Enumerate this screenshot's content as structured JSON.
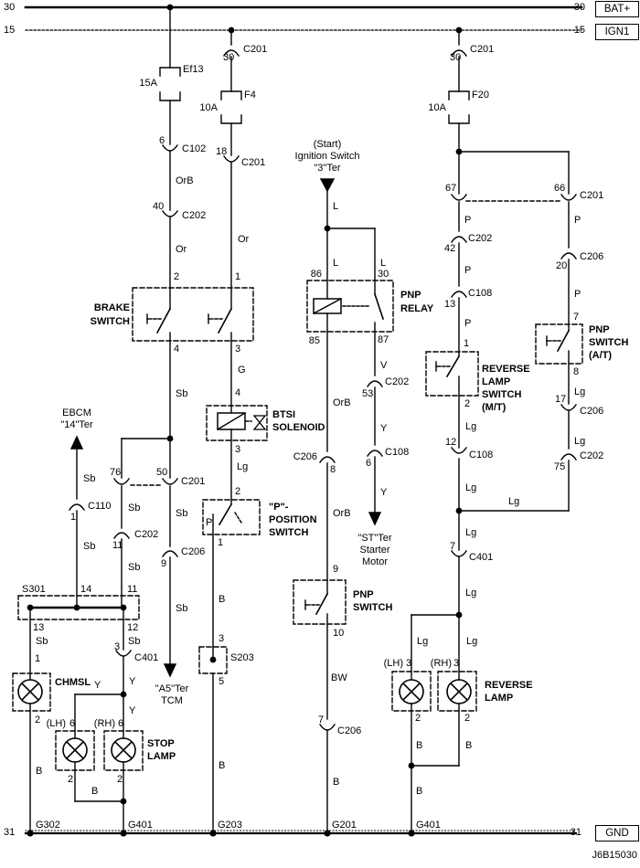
{
  "doc_id": "J6B15030",
  "buses": {
    "b30": "30",
    "b15": "15",
    "b31": "31",
    "bat": "BAT+",
    "ign1": "IGN1",
    "gnd": "GND"
  },
  "fuses": {
    "ef13": {
      "name": "Ef13",
      "rating": "15A"
    },
    "f4": {
      "name": "F4",
      "rating": "10A"
    },
    "f20": {
      "name": "F20",
      "rating": "10A"
    }
  },
  "conn": {
    "c102": "C102",
    "c201": "C201",
    "c202": "C202",
    "c206": "C206",
    "c108": "C108",
    "c110": "C110",
    "c401": "C401"
  },
  "pins": {
    "p1": "1",
    "p2": "2",
    "p3": "3",
    "p4": "4",
    "p5": "5",
    "p6": "6",
    "p7": "7",
    "p8": "8",
    "p9": "9",
    "p10": "10",
    "p11": "11",
    "p12": "12",
    "p13": "13",
    "p14": "14",
    "p17": "17",
    "p18": "18",
    "p20": "20",
    "p30": "30",
    "p40": "40",
    "p42": "42",
    "p50": "50",
    "p53": "53",
    "p66": "66",
    "p67": "67",
    "p75": "75",
    "p76": "76",
    "p85": "85",
    "p86": "86",
    "p87": "87",
    "pP": "P",
    "pLH": "(LH)",
    "pRH": "(RH)"
  },
  "wire": {
    "or": "Or",
    "orb": "OrB",
    "sb": "Sb",
    "g": "G",
    "lg": "Lg",
    "b": "B",
    "y": "Y",
    "l": "L",
    "v": "V",
    "bw": "BW",
    "p": "P"
  },
  "components": {
    "brake": [
      "BRAKE",
      "SWITCH"
    ],
    "btsi": [
      "BTSI",
      "SOLENOID"
    ],
    "ppos": [
      "\"P\"-",
      "POSITION",
      "SWITCH"
    ],
    "relay": [
      "PNP",
      "RELAY"
    ],
    "pnp": [
      "PNP",
      "SWITCH"
    ],
    "pnp_at": [
      "PNP",
      "SWITCH",
      "(A/T)"
    ],
    "rev_sw": [
      "REVERSE",
      "LAMP",
      "SWITCH",
      "(M/T)"
    ],
    "chmsl": "CHMSL",
    "stop": [
      "STOP",
      "LAMP"
    ],
    "rev_lamp": [
      "REVERSE",
      "LAMP"
    ]
  },
  "splices": {
    "s301": "S301",
    "s203": "S203"
  },
  "terminals": {
    "ebcm": [
      "EBCM",
      "\"14\"Ter"
    ],
    "ign_sw": [
      "(Start)",
      "Ignition Switch",
      "\"3\"Ter"
    ],
    "starter": [
      "\"ST\"Ter",
      "Starter",
      "Motor"
    ],
    "tcm": [
      "\"A5\"Ter",
      "TCM"
    ]
  },
  "grounds": {
    "g302": "G302",
    "g401": "G401",
    "g203": "G203",
    "g201": "G201"
  }
}
